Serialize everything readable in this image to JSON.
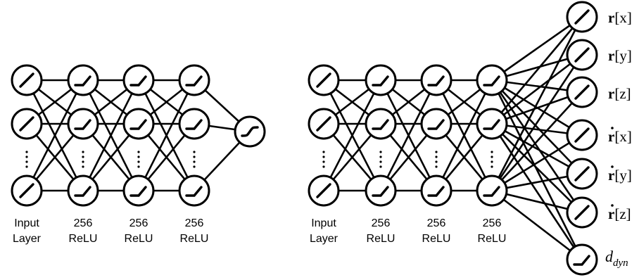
{
  "left_network": {
    "layer_captions": [
      [
        "Input",
        "Layer"
      ],
      [
        "256",
        "ReLU"
      ],
      [
        "256",
        "ReLU"
      ],
      [
        "256",
        "ReLU"
      ]
    ],
    "hidden_activation": "relu-icon",
    "input_activation": "linear-icon",
    "output_activation": "sigmoid-icon"
  },
  "right_network": {
    "layer_captions": [
      [
        "Input",
        "Layer"
      ],
      [
        "256",
        "ReLU"
      ],
      [
        "256",
        "ReLU"
      ],
      [
        "256",
        "ReLU"
      ]
    ],
    "outputs": [
      {
        "main": "r",
        "bracket": "[x]",
        "dot": false,
        "activation": "linear-icon"
      },
      {
        "main": "r",
        "bracket": "[y]",
        "dot": false,
        "activation": "linear-icon"
      },
      {
        "main": "r",
        "bracket": "[z]",
        "dot": false,
        "activation": "linear-icon"
      },
      {
        "main": "r",
        "bracket": "[x]",
        "dot": true,
        "activation": "linear-icon"
      },
      {
        "main": "r",
        "bracket": "[y]",
        "dot": true,
        "activation": "linear-icon"
      },
      {
        "main": "r",
        "bracket": "[z]",
        "dot": true,
        "activation": "linear-icon"
      },
      {
        "main": "d",
        "subscript": "dyn",
        "italic": true,
        "activation": "relu-icon"
      }
    ]
  },
  "colors": {
    "stroke": "#000000",
    "background": "#ffffff"
  }
}
